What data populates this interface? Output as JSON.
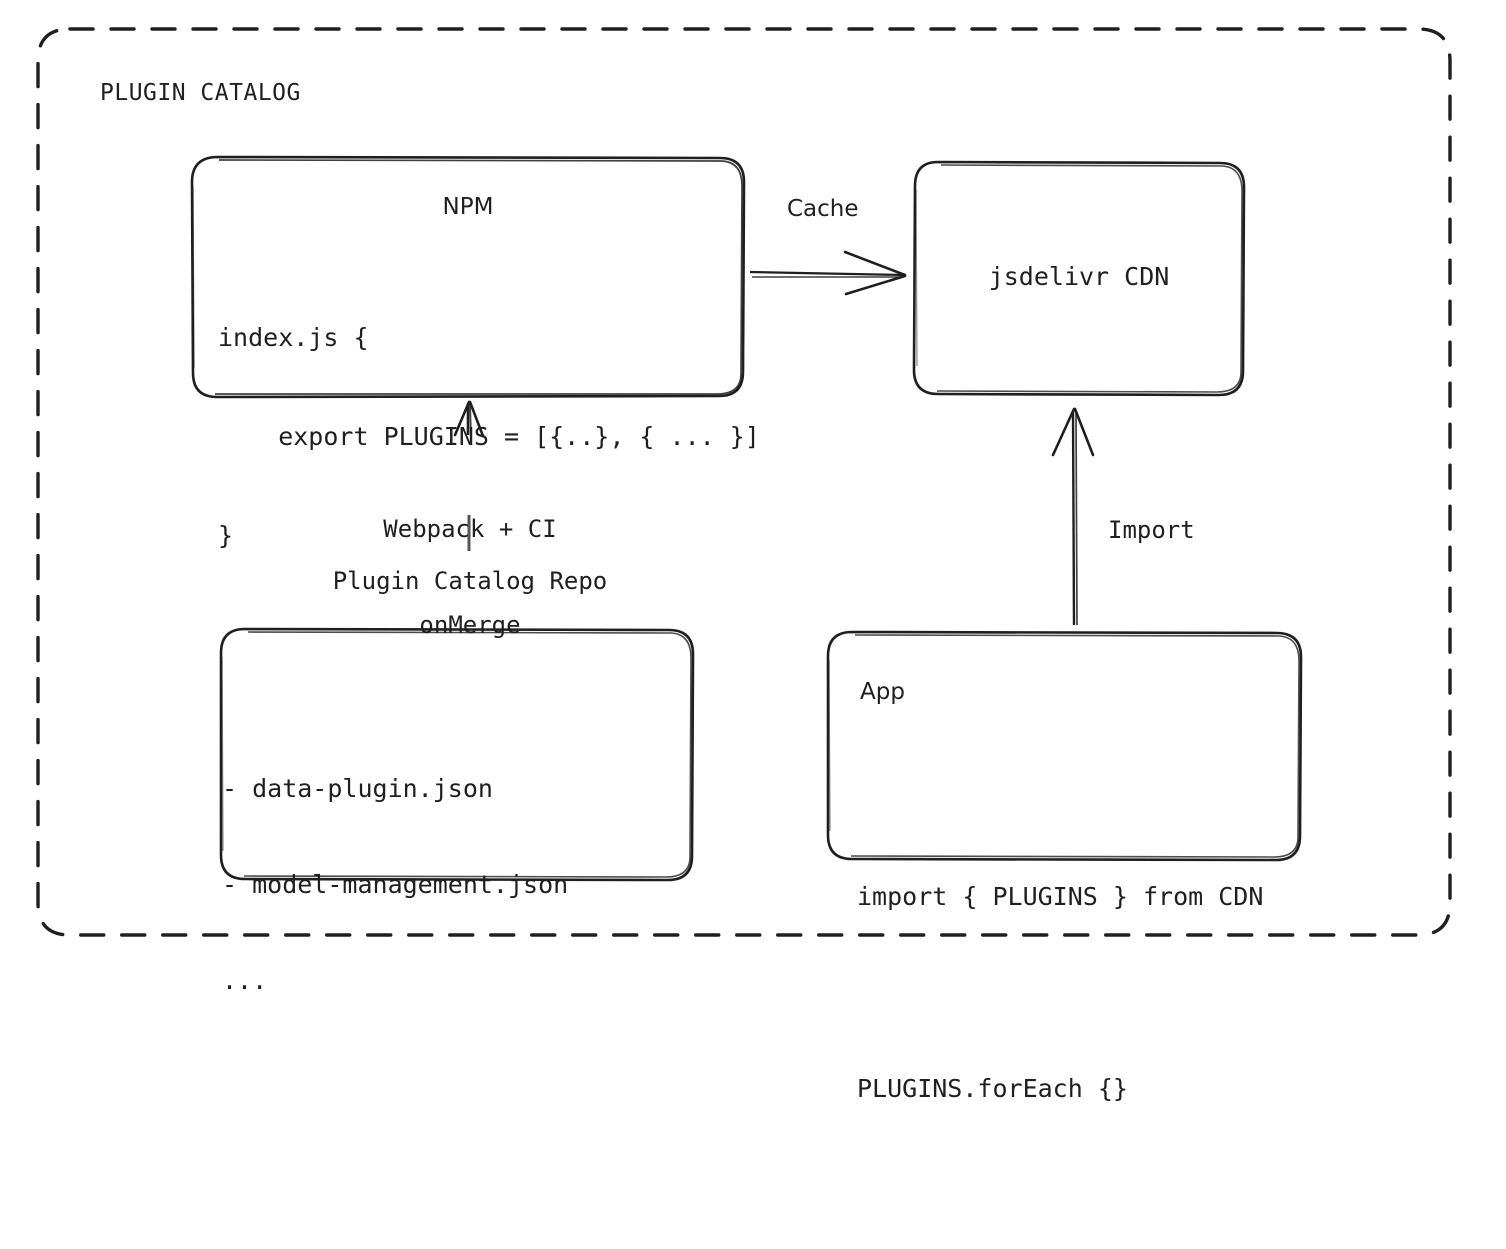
{
  "diagram": {
    "title": "PLUGIN CATALOG",
    "type": "architecture-flow",
    "background_color": "#ffffff",
    "stroke_color": "#1f1f1f",
    "frame": {
      "label": "PLUGIN CATALOG",
      "border_style": "dashed",
      "shape": "rounded-rectangle"
    },
    "nodes": [
      {
        "id": "npm",
        "title": "NPM",
        "shape": "rounded-rectangle",
        "lines": [
          "index.js {",
          "    export PLUGINS = [{..}, { ... }]",
          "}"
        ]
      },
      {
        "id": "cdn",
        "title": "jsdelivr CDN",
        "shape": "rounded-rectangle",
        "lines": []
      },
      {
        "id": "repo",
        "title": "Plugin Catalog Repo",
        "shape": "rounded-rectangle",
        "lines": [
          "- data-plugin.json",
          "- model-management.json",
          "..."
        ]
      },
      {
        "id": "app",
        "title": "App",
        "shape": "rounded-rectangle",
        "lines": [
          "import { PLUGINS } from CDN",
          "PLUGINS.forEach {}"
        ]
      }
    ],
    "edges": [
      {
        "id": "npm-to-cdn",
        "from": "npm",
        "to": "cdn",
        "label": "Cache",
        "direction": "right"
      },
      {
        "id": "repo-to-npm",
        "from": "repo",
        "to": "npm",
        "label": "Webpack + CI\nonMerge",
        "label_line1": "Webpack + CI",
        "label_line2": "onMerge",
        "direction": "up"
      },
      {
        "id": "app-to-cdn",
        "from": "app",
        "to": "cdn",
        "label": "Import",
        "direction": "up"
      }
    ]
  },
  "npm_box": {
    "title": "NPM",
    "code_line1": "index.js {",
    "code_line2": "    export PLUGINS = [{..}, { ... }]",
    "code_line3": "}"
  },
  "cdn_box": {
    "title": "jsdelivr CDN"
  },
  "repo_box": {
    "caption": "Plugin Catalog Repo",
    "item1": "- data-plugin.json",
    "item2": "- model-management.json",
    "item3": "..."
  },
  "app_box": {
    "title": "App",
    "code_line1": "import { PLUGINS } from CDN",
    "code_line2": "PLUGINS.forEach {}"
  },
  "labels": {
    "cache": "Cache",
    "webpack": "Webpack + CI",
    "onmerge": "onMerge",
    "import": "Import"
  }
}
